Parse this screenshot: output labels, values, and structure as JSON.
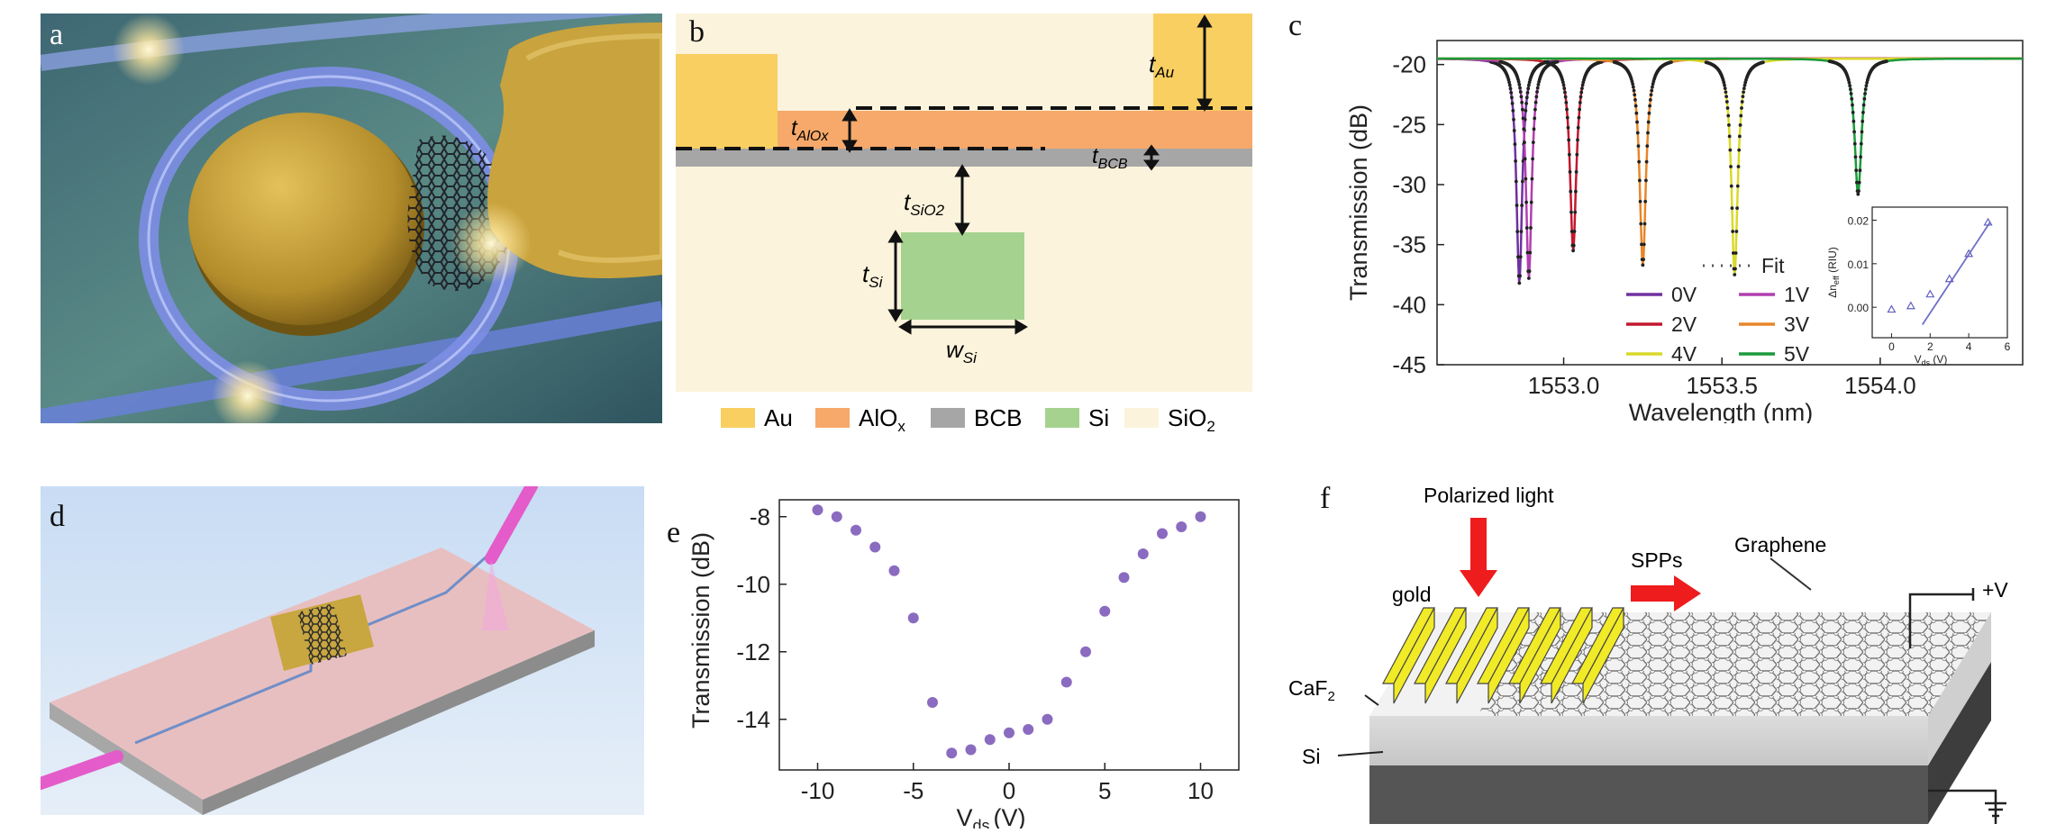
{
  "panels": {
    "a": {
      "label": "a"
    },
    "b": {
      "label": "b",
      "dimensions": {
        "t_au": "t",
        "t_au_sub": "Au",
        "t_alox": "t",
        "t_alox_sub": "AlOx",
        "t_bcb": "t",
        "t_bcb_sub": "BCB",
        "t_sio2": "t",
        "t_sio2_sub": "SiO2",
        "t_si": "t",
        "t_si_sub": "Si",
        "w_si": "w",
        "w_si_sub": "Si"
      },
      "legend": [
        {
          "name": "Au",
          "sub": "",
          "color": "#f8cf60"
        },
        {
          "name": "AlO",
          "sub": "x",
          "color": "#f6a96a"
        },
        {
          "name": "BCB",
          "sub": "",
          "color": "#a6a6a6"
        },
        {
          "name": "Si",
          "sub": "",
          "color": "#a5d38f"
        },
        {
          "name": "SiO",
          "sub": "2",
          "color": "#fcf3dc"
        }
      ]
    },
    "c": {
      "label": "c",
      "inset_ylabel": "Δn",
      "inset_ylabel_sub": "eff",
      "inset_ylabel_unit": " (RIU)",
      "inset_xlabel": "V",
      "inset_xlabel_sub": "ds",
      "inset_xlabel_unit": " (V)"
    },
    "d": {
      "label": "d"
    },
    "e": {
      "label": "e"
    },
    "f": {
      "label": "f",
      "texts": {
        "polarized": "Polarized light",
        "spps": "SPPs",
        "graphene": "Graphene",
        "gold": "gold",
        "caf2": "CaF",
        "caf2_sub": "2",
        "si": "Si",
        "voltage": "+V"
      }
    }
  },
  "chart_data": [
    {
      "id": "c",
      "type": "line",
      "xlabel": "Wavelength (nm)",
      "ylabel": "Transmission (dB)",
      "xlim": [
        1552.6,
        1554.45
      ],
      "ylim": [
        -45,
        -18
      ],
      "xticks": [
        1553.0,
        1553.5,
        1554.0
      ],
      "xtick_labels": [
        "1553.0",
        "1553.5",
        "1554.0"
      ],
      "yticks": [
        -45,
        -40,
        -35,
        -30,
        -25,
        -20
      ],
      "ytick_labels": [
        "-45",
        "-40",
        "-35",
        "-30",
        "-25",
        "-20"
      ],
      "baseline": -19.5,
      "series": [
        {
          "name": "0V",
          "color": "#7030a0",
          "center": 1552.86,
          "depth": -38.2,
          "width": 0.011
        },
        {
          "name": "1V",
          "color": "#b13fb1",
          "center": 1552.89,
          "depth": -37.8,
          "width": 0.011
        },
        {
          "name": "2V",
          "color": "#c0182e",
          "center": 1553.03,
          "depth": -35.5,
          "width": 0.012
        },
        {
          "name": "3V",
          "color": "#e8862a",
          "center": 1553.25,
          "depth": -36.7,
          "width": 0.012
        },
        {
          "name": "4V",
          "color": "#d9d92a",
          "center": 1553.54,
          "depth": -37.5,
          "width": 0.012
        },
        {
          "name": "5V",
          "color": "#1a9a3a",
          "center": 1553.93,
          "depth": -30.8,
          "width": 0.013
        }
      ],
      "fit_label": "Fit",
      "inset": {
        "type": "scatter",
        "xlim": [
          -1,
          6
        ],
        "ylim": [
          -0.007,
          0.023
        ],
        "xticks": [
          0,
          2,
          4,
          6
        ],
        "xtick_labels": [
          "0",
          "2",
          "4",
          "6"
        ],
        "yticks": [
          0.0,
          0.01,
          0.02
        ],
        "ytick_labels": [
          "0.00",
          "0.01",
          "0.02"
        ],
        "x": [
          0,
          1,
          2,
          3,
          4,
          5
        ],
        "y": [
          -0.0005,
          0.0003,
          0.003,
          0.0065,
          0.0123,
          0.0195
        ],
        "fit_line": {
          "x": [
            1.6,
            5.1
          ],
          "y": [
            -0.004,
            0.0195
          ]
        }
      }
    },
    {
      "id": "e",
      "type": "scatter",
      "xlabel": "V",
      "xlabel_sub": "ds",
      "xlabel_unit": "(V)",
      "ylabel": "Transmission (dB)",
      "xlim": [
        -12,
        12
      ],
      "ylim": [
        -15.5,
        -7.5
      ],
      "xticks": [
        -10,
        -5,
        0,
        5,
        10
      ],
      "xtick_labels": [
        "-10",
        "-5",
        "0",
        "5",
        "10"
      ],
      "yticks": [
        -14,
        -12,
        -10,
        -8
      ],
      "ytick_labels": [
        "-14",
        "-12",
        "-10",
        "-8"
      ],
      "color": "#8a6bc0",
      "x": [
        -10,
        -9,
        -8,
        -7,
        -6,
        -5,
        -4,
        -3,
        -2,
        -1,
        0,
        1,
        2,
        3,
        4,
        5,
        6,
        7,
        8,
        9,
        10
      ],
      "y": [
        -7.8,
        -8.0,
        -8.4,
        -8.9,
        -9.6,
        -11.0,
        -13.5,
        -15.0,
        -14.9,
        -14.6,
        -14.4,
        -14.3,
        -14.0,
        -12.9,
        -12.0,
        -10.8,
        -9.8,
        -9.1,
        -8.5,
        -8.3,
        -8.0
      ]
    }
  ]
}
